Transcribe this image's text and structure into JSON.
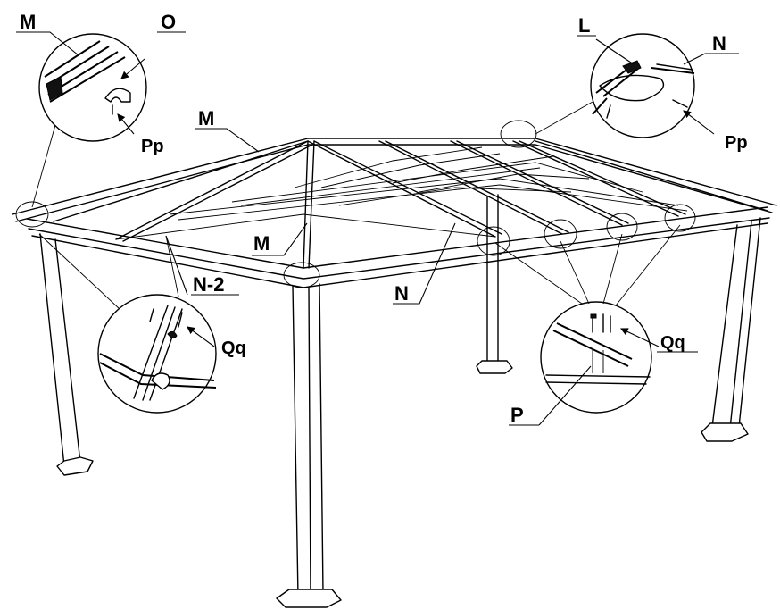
{
  "labels": {
    "m_detail": "M",
    "o_detail": "O",
    "pp_left": "Pp",
    "m_roof_upper": "M",
    "m_roof_center": "M",
    "l_detail": "L",
    "n_detail": "N",
    "pp_right": "Pp",
    "n2_detail": "N-2",
    "qq_left": "Qq",
    "n_roof": "N",
    "qq_right": "Qq",
    "p_detail": "P"
  }
}
